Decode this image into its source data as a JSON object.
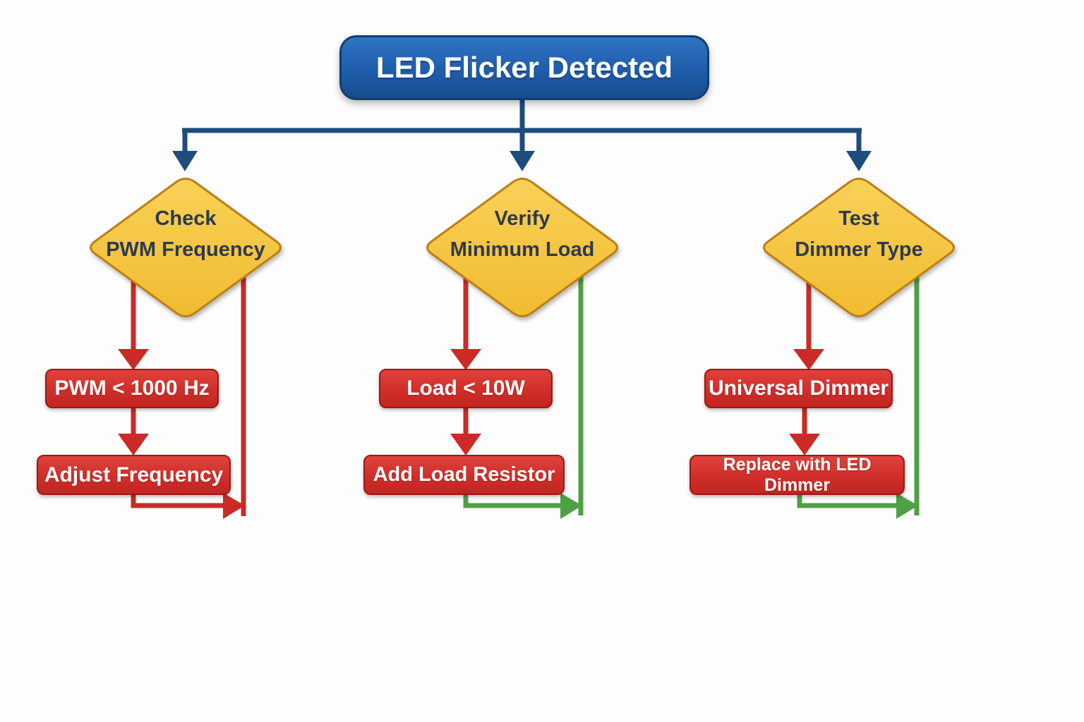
{
  "root": {
    "label": "LED Flicker Detected"
  },
  "palette": {
    "root_box_blue": "#1f5dab",
    "root_box_border": "#123d74",
    "connector_navy": "#1e4c7d",
    "diamond_yellow": "#f5c644",
    "diamond_border": "#bc7f12",
    "diamond_text": "#2d3a4e",
    "result_box_red": "#d02e2a",
    "result_box_border": "#9c1814",
    "arrow_red": "#cc2a27",
    "arrow_green": "#4fa045",
    "text_white": "#ffffff",
    "background": "#fdfdfd"
  },
  "branches": [
    {
      "decision": {
        "line1": "Check",
        "line2": "PWM Frequency"
      },
      "condition": "PWM < 1000 Hz",
      "action": "Adjust Frequency",
      "return_path_color": "#cc2a27"
    },
    {
      "decision": {
        "line1": "Verify",
        "line2": "Minimum Load"
      },
      "condition": "Load < 10W",
      "action": "Add Load Resistor",
      "return_path_color": "#4fa045"
    },
    {
      "decision": {
        "line1": "Test",
        "line2": "Dimmer Type"
      },
      "condition": "Universal Dimmer",
      "action": "Replace with LED Dimmer",
      "return_path_color": "#4fa045"
    }
  ]
}
